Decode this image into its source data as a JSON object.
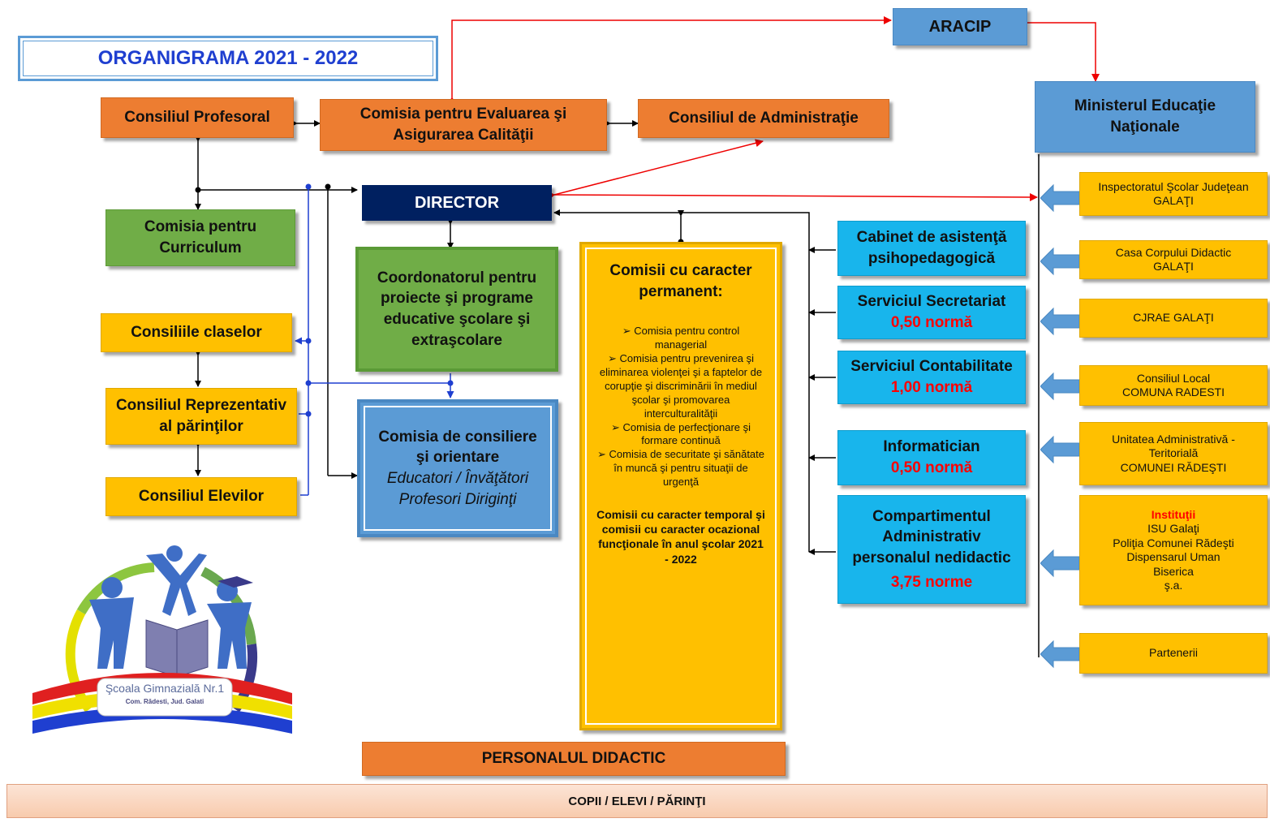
{
  "title": "ORGANIGRAMA 2021 - 2022",
  "top": {
    "aracip": "ARACIP",
    "ministry": "Ministerul Educaţie Naţionale",
    "consiliul_profesoral": "Consiliul Profesoral",
    "ceac": "Comisia pentru Evaluarea şi Asigurarea Calităţii",
    "consiliul_administratie": "Consiliul de Administraţie"
  },
  "director": "DIRECTOR",
  "left": {
    "curriculum": "Comisia pentru Curriculum",
    "consiliile_claselor": "Consiliile claselor",
    "reprezentativ_parinti": "Consiliul Reprezentativ al părinţilor",
    "consiliul_elevilor": "Consiliul Elevilor"
  },
  "middle": {
    "coordonator": "Coordonatorul pentru proiecte şi programe educative şcolare şi extraşcolare",
    "consiliere_title": "Comisia de consiliere şi orientare",
    "consiliere_sub1": "Educatori / Învăţători",
    "consiliere_sub2": "Profesori Diriginţi"
  },
  "permanent": {
    "title": "Comisii cu caracter permanent:",
    "items": [
      "Comisia pentru control managerial",
      "Comisia pentru prevenirea şi eliminarea violenţei şi a faptelor de corupţie şi discriminării în mediul şcolar şi promovarea interculturalităţii",
      "Comisia de perfecţionare şi formare continuă",
      "Comisia de securitate şi sănătate în muncă şi pentru situaţii de urgenţă"
    ],
    "temporal": "Comisii cu caracter temporal şi comisii cu caracter ocazional funcţionale în anul şcolar 2021 - 2022"
  },
  "services": {
    "cabinet": "Cabinet de asistenţă psihopedagogică",
    "secretariat": "Serviciul Secretariat",
    "secretariat_norma": "0,50 normă",
    "contabilitate": "Serviciul Contabilitate",
    "contabilitate_norma": "1,00 normă",
    "informatician": "Informatician",
    "informatician_norma": "0,50 normă",
    "administrativ": "Compartimentul Administrativ personalul nedidactic",
    "administrativ_norma": "3,75 norme"
  },
  "external": {
    "isj_1": "Inspectoratul Şcolar Judeţean",
    "isj_2": "GALAŢI",
    "ccd_1": "Casa Corpului Didactic",
    "ccd_2": "GALAŢI",
    "cjrae": "CJRAE GALAŢI",
    "cl_1": "Consiliul Local",
    "cl_2": "COMUNA RADESTI",
    "uat_1": "Unitatea Administrativă -",
    "uat_2": "Teritorială",
    "uat_3": "COMUNEI RĂDEŞTI",
    "inst_title": "Instituţii",
    "inst_items": [
      "ISU Galaţi",
      "Poliţia Comunei Rădeşti",
      "Dispensarul Uman",
      "Biserica",
      "ş.a."
    ],
    "parteneri": "Partenerii"
  },
  "personal_didactic": "PERSONALUL DIDACTIC",
  "bottom": "COPII / ELEVI / PĂRINŢI",
  "logo": {
    "school_name": "Şcoala Gimnazială Nr.1",
    "address": "Com. Rădesti, Jud. Galati"
  },
  "colors": {
    "orange": "#ed7d31",
    "green": "#70ad47",
    "yellow": "#ffc000",
    "cyan": "#18b5ec",
    "blue": "#5b9bd5",
    "navy": "#002060",
    "red": "#ff0000"
  }
}
